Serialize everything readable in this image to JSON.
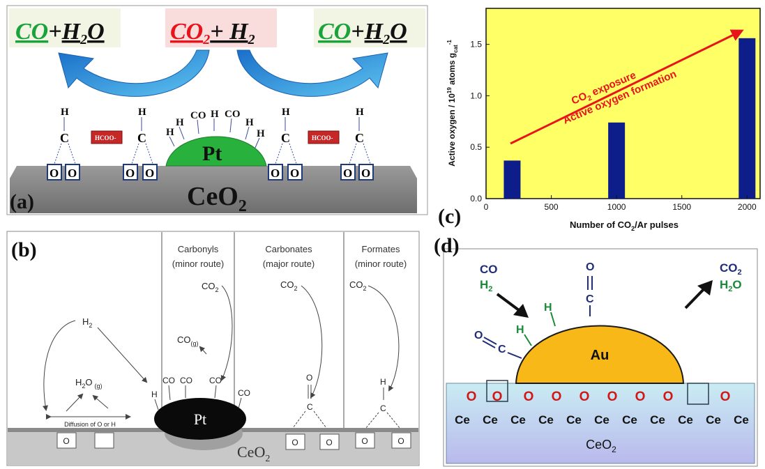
{
  "panel_a": {
    "label": "(a)",
    "left_product": {
      "co": "CO",
      "plus": "+",
      "h": "H",
      "sub": "2",
      "o": "O"
    },
    "center_reactant": {
      "co": "CO",
      "sub": "2",
      "plus": "+ H",
      "hsub": "2"
    },
    "right_product": {
      "co": "CO",
      "plus": "+",
      "h": "H",
      "sub": "2",
      "o": "O"
    },
    "support": "CeO",
    "support_sub": "2",
    "metal": "Pt",
    "formate_label": "HCOO-",
    "atoms": {
      "o": "O",
      "c": "C",
      "h": "H",
      "co": "CO"
    }
  },
  "panel_b": {
    "label": "(b)",
    "columns": [
      {
        "title": "Carbonyls",
        "route": "(minor route)"
      },
      {
        "title": "Carbonates",
        "route": "(major route)"
      },
      {
        "title": "Formates",
        "route": "(minor route)"
      }
    ],
    "h2": "H",
    "h2_sub": "2",
    "h2o": "H",
    "h2o_sub": "2",
    "h2o_tail": "O",
    "h2o_phase": "(g)",
    "co2": "CO",
    "co2_sub": "2",
    "cog": "CO",
    "cog_sub": "(g)",
    "co": "CO",
    "h": "H",
    "o": "O",
    "c": "C",
    "diffusion": "Diffusion of O or H",
    "metal": "Pt",
    "support": "CeO",
    "support_sub": "2"
  },
  "panel_c": {
    "label": "(c)",
    "annotation_line1": "CO",
    "annotation_line1_sub": "2",
    "annotation_line1_tail": " exposure",
    "annotation_line2": "Active oxygen formation",
    "accent_color": "#e8141b",
    "background_color": "#ffff66",
    "bar_color": "#0d1d8a"
  },
  "chart_data": {
    "type": "bar",
    "x": [
      200,
      1000,
      2000
    ],
    "values": [
      0.37,
      0.74,
      1.56
    ],
    "xlabel": "Number of CO2/Ar pulses",
    "ylabel": "Active oxygen / 10^19 atoms g_cat^-1",
    "xlim": [
      0,
      2100
    ],
    "ylim": [
      0,
      1.85
    ],
    "x_ticks": [
      "0",
      "500",
      "1000",
      "1500",
      "2000"
    ],
    "y_ticks": [
      "0.0",
      "0.5",
      "1.0",
      "1.5"
    ],
    "xlabel_parts": {
      "pre": "Number of CO",
      "sub": "2",
      "post": "/Ar pulses"
    },
    "ylabel_parts": {
      "pre": "Active oxygen / 10",
      "sup": "19",
      "mid": " atoms g",
      "sub": "cat",
      "sup2": "-1"
    }
  },
  "panel_d": {
    "label": "(d)",
    "in_co": "CO",
    "in_h2": "H",
    "in_h2_sub": "2",
    "out_co2": "CO",
    "out_co2_sub": "2",
    "out_h2o": "H",
    "out_h2o_sub": "2",
    "out_h2o_tail": "O",
    "metal": "Au",
    "support": "CeO",
    "support_sub": "2",
    "o": "O",
    "c": "C",
    "h": "H",
    "ce": "Ce"
  }
}
